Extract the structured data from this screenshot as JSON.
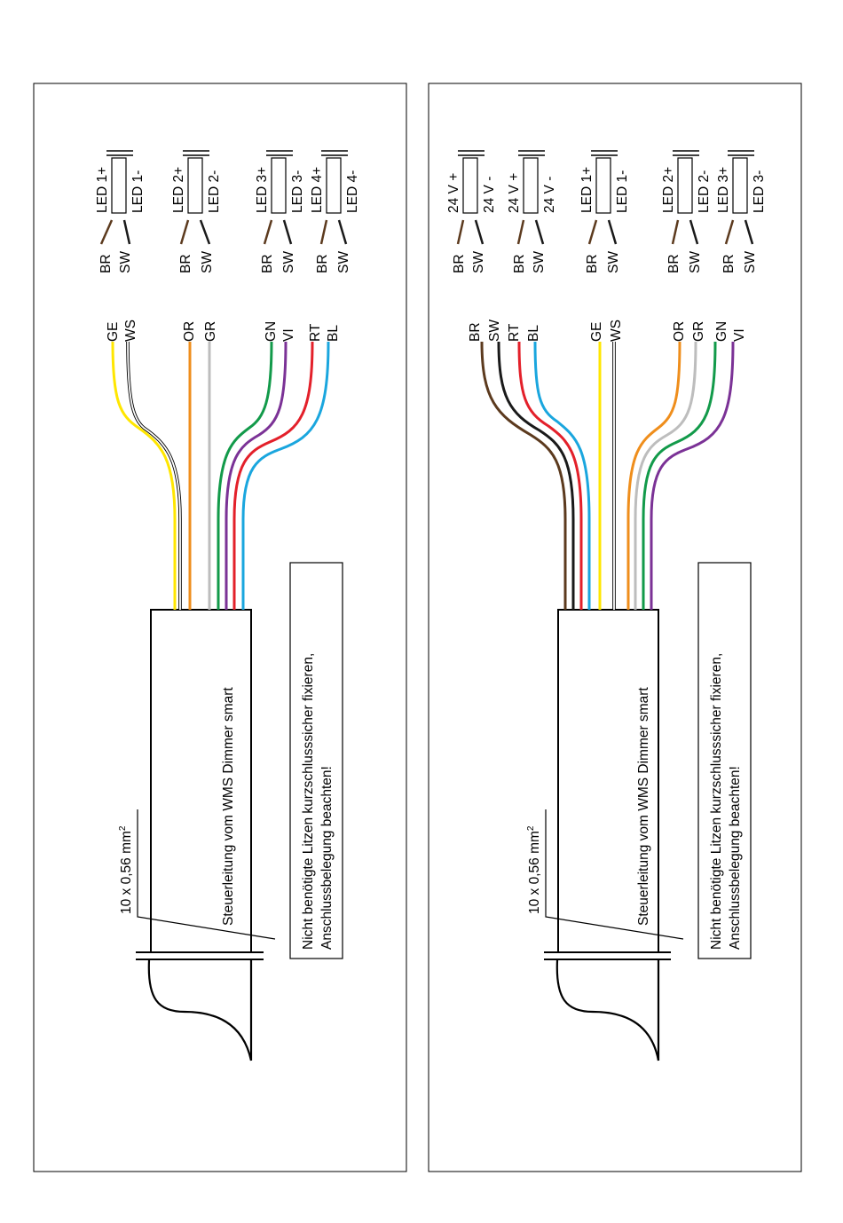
{
  "panels": [
    {
      "id": "left",
      "cable_label": "Steuerleitung vom WMS Dimmer smart",
      "cross_section": {
        "text": "10 x 0,56 mm",
        "superscript": "2"
      },
      "note": {
        "line1": "Nicht benötigte Litzen kurzschlusssicher fixieren,",
        "line2": "Anschlussbelegung beachten!"
      },
      "wires": [
        {
          "label": "GE",
          "color": "#ffe600",
          "outlined": false
        },
        {
          "label": "WS",
          "color": "#ffffff",
          "outlined": true
        },
        {
          "label": "OR",
          "color": "#ef8e1c",
          "outlined": false
        },
        {
          "label": "GR",
          "color": "#bdbdbd",
          "outlined": false
        },
        {
          "label": "GN",
          "color": "#129a4a",
          "outlined": false
        },
        {
          "label": "VI",
          "color": "#7b3296",
          "outlined": false
        },
        {
          "label": "RT",
          "color": "#e3202a",
          "outlined": false
        },
        {
          "label": "BL",
          "color": "#1aa6de",
          "outlined": false
        }
      ],
      "connectors": [
        {
          "plus": "LED 1+",
          "minus": "LED 1-",
          "wire_a": "BR",
          "wire_b": "SW"
        },
        {
          "plus": "LED 2+",
          "minus": "LED 2-",
          "wire_a": "BR",
          "wire_b": "SW"
        },
        {
          "plus": "LED 3+",
          "minus": "LED 3-",
          "wire_a": "BR",
          "wire_b": "SW"
        },
        {
          "plus": "LED 4+",
          "minus": "LED 4-",
          "wire_a": "BR",
          "wire_b": "SW"
        }
      ]
    },
    {
      "id": "right",
      "cable_label": "Steuerleitung vom WMS Dimmer smart",
      "cross_section": {
        "text": "10 x 0,56 mm",
        "superscript": "2"
      },
      "note": {
        "line1": "Nicht benötigte Litzen kurzschlusssicher fixieren,",
        "line2": "Anschlussbelegung beachten!"
      },
      "wires": [
        {
          "label": "BR",
          "color": "#5c3a1e",
          "outlined": false
        },
        {
          "label": "SW",
          "color": "#1a1a1a",
          "outlined": false
        },
        {
          "label": "RT",
          "color": "#e3202a",
          "outlined": false
        },
        {
          "label": "BL",
          "color": "#1aa6de",
          "outlined": false
        },
        {
          "label": "GE",
          "color": "#ffe600",
          "outlined": false
        },
        {
          "label": "WS",
          "color": "#ffffff",
          "outlined": true
        },
        {
          "label": "OR",
          "color": "#ef8e1c",
          "outlined": false
        },
        {
          "label": "GR",
          "color": "#bdbdbd",
          "outlined": false
        },
        {
          "label": "GN",
          "color": "#129a4a",
          "outlined": false
        },
        {
          "label": "VI",
          "color": "#7b3296",
          "outlined": false
        }
      ],
      "connectors": [
        {
          "plus": "24 V +",
          "minus": "24 V -",
          "wire_a": "BR",
          "wire_b": "SW"
        },
        {
          "plus": "24 V +",
          "minus": "24 V -",
          "wire_a": "BR",
          "wire_b": "SW"
        },
        {
          "plus": "LED 1+",
          "minus": "LED 1-",
          "wire_a": "BR",
          "wire_b": "SW"
        },
        {
          "plus": "LED 2+",
          "minus": "LED 2-",
          "wire_a": "BR",
          "wire_b": "SW"
        },
        {
          "plus": "LED 3+",
          "minus": "LED 3-",
          "wire_a": "BR",
          "wire_b": "SW"
        }
      ]
    }
  ],
  "colors": {
    "frame": "#000000",
    "wire_brown": "#5c3a1e",
    "wire_black": "#1a1a1a"
  }
}
